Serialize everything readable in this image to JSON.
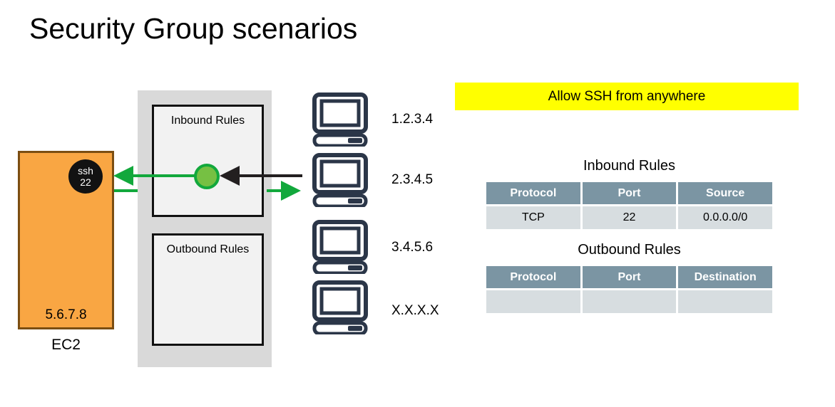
{
  "page": {
    "title": "Security Group scenarios"
  },
  "ec2": {
    "label": "EC2",
    "ip": "5.6.7.8",
    "badge_protocol": "ssh",
    "badge_port": "22",
    "box_color": "#f9a643",
    "border_color": "#7b4e12"
  },
  "security_group": {
    "panel_color": "#d9d9d9",
    "inbound_box_title": "Inbound Rules",
    "outbound_box_title": "Outbound Rules",
    "allowed_dot_color": "#76c043"
  },
  "clients": [
    {
      "ip": "1.2.3.4",
      "icon": "desktop-computer-icon"
    },
    {
      "ip": "2.3.4.5",
      "icon": "desktop-computer-icon"
    },
    {
      "ip": "3.4.5.6",
      "icon": "desktop-computer-icon"
    },
    {
      "ip": "X.X.X.X",
      "icon": "desktop-computer-icon"
    }
  ],
  "callout": {
    "text": "Allow SSH from anywhere",
    "background": "#ffff00"
  },
  "inbound_table": {
    "caption": "Inbound Rules",
    "headers": [
      "Protocol",
      "Port",
      "Source"
    ],
    "rows": [
      [
        "TCP",
        "22",
        "0.0.0.0/0"
      ]
    ],
    "header_color": "#7b95a3",
    "cell_color": "#d7dde0"
  },
  "outbound_table": {
    "caption": "Outbound Rules",
    "headers": [
      "Protocol",
      "Port",
      "Destination"
    ],
    "rows": [
      [
        "",
        "",
        ""
      ]
    ],
    "header_color": "#7b95a3",
    "cell_color": "#d7dde0"
  },
  "arrows": {
    "inbound_allowed_color": "#12a83c",
    "incoming_request_color": "#231f20"
  }
}
